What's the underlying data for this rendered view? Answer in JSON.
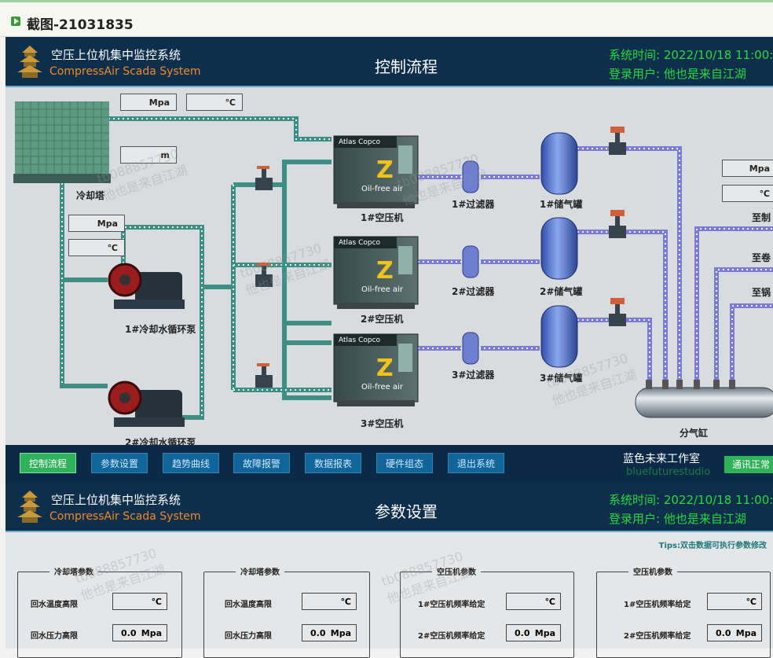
{
  "window_title": "截图-21031835",
  "panel1": {
    "app_title_cn": "空压上位机集中监控系统",
    "app_title_en": "CompressAir Scada System",
    "page_title": "控制流程",
    "system_time": "系统时间:  2022/10/18 11:00:",
    "login_user": "登录用户:  他也是来自江湖",
    "readouts": {
      "tower_pressure_unit": "Mpa",
      "tower_temp_unit": "℃",
      "tower_level_unit": "m",
      "pump_pressure_unit": "Mpa",
      "pump_temp_unit": "℃",
      "right_pressure_unit": "Mpa",
      "right_temp_unit": "℃"
    },
    "labels": {
      "cooling_tower": "冷却塔",
      "pump1": "1#冷却水循环泵",
      "pump2": "2#冷却水循环泵",
      "compressor1": "1#空压机",
      "compressor2": "2#空压机",
      "compressor3": "3#空压机",
      "filter1": "1#过滤器",
      "filter2": "2#过滤器",
      "filter3": "3#过滤器",
      "tank1": "1#储气罐",
      "tank2": "2#储气罐",
      "tank3": "3#储气罐",
      "manifold": "分气缸",
      "dest1": "至制",
      "dest2": "至卷",
      "dest3": "至锅"
    },
    "compressor_brand": "Atlas Copco",
    "compressor_model": "Oil-free air",
    "compressor_letter": "Z",
    "nav": [
      "控制流程",
      "参数设置",
      "趋势曲线",
      "故障报警",
      "数据报表",
      "硬件组态",
      "退出系统"
    ],
    "studio_cn": "蓝色未来工作室",
    "studio_en": "bluefuturestudio",
    "comm_status": "通讯正常"
  },
  "panel2": {
    "app_title_cn": "空压上位机集中监控系统",
    "app_title_en": "CompressAir Scada System",
    "page_title": "参数设置",
    "system_time": "系统时间:  2022/10/18 11:00:",
    "login_user": "登录用户:  他也是来自江湖",
    "tips": "Tips:双击数据可执行参数修改",
    "groups": [
      {
        "title": "冷却塔参数",
        "rows": [
          {
            "label": "回水温度高限",
            "value": "",
            "unit": "℃"
          },
          {
            "label": "回水压力高限",
            "value": "0.0",
            "unit": "Mpa"
          }
        ]
      },
      {
        "title": "冷却塔参数",
        "rows": [
          {
            "label": "回水温度高限",
            "value": "",
            "unit": "℃"
          },
          {
            "label": "回水压力高限",
            "value": "0.0",
            "unit": "Mpa"
          }
        ]
      },
      {
        "title": "空压机参数",
        "rows": [
          {
            "label": "1#空压机频率给定",
            "value": "",
            "unit": "℃"
          },
          {
            "label": "2#空压机频率给定",
            "value": "0.0",
            "unit": "Mpa"
          }
        ]
      },
      {
        "title": "空压机参数",
        "rows": [
          {
            "label": "1#空压机频率给定",
            "value": "",
            "unit": "℃"
          },
          {
            "label": "2#空压机频率给定",
            "value": "0.0",
            "unit": "Mpa"
          }
        ]
      }
    ]
  },
  "watermarks": [
    "tb088857730",
    "他也是来自江湖"
  ],
  "colors": {
    "header_bg": "#0d2f4c",
    "header_green": "#27d93c",
    "header_orange": "#f08a24",
    "water_pipe": "#3d8f86",
    "air_pipe": "#7b7bd6",
    "nav_active": "#2fb25a",
    "nav_normal": "#10669b"
  }
}
